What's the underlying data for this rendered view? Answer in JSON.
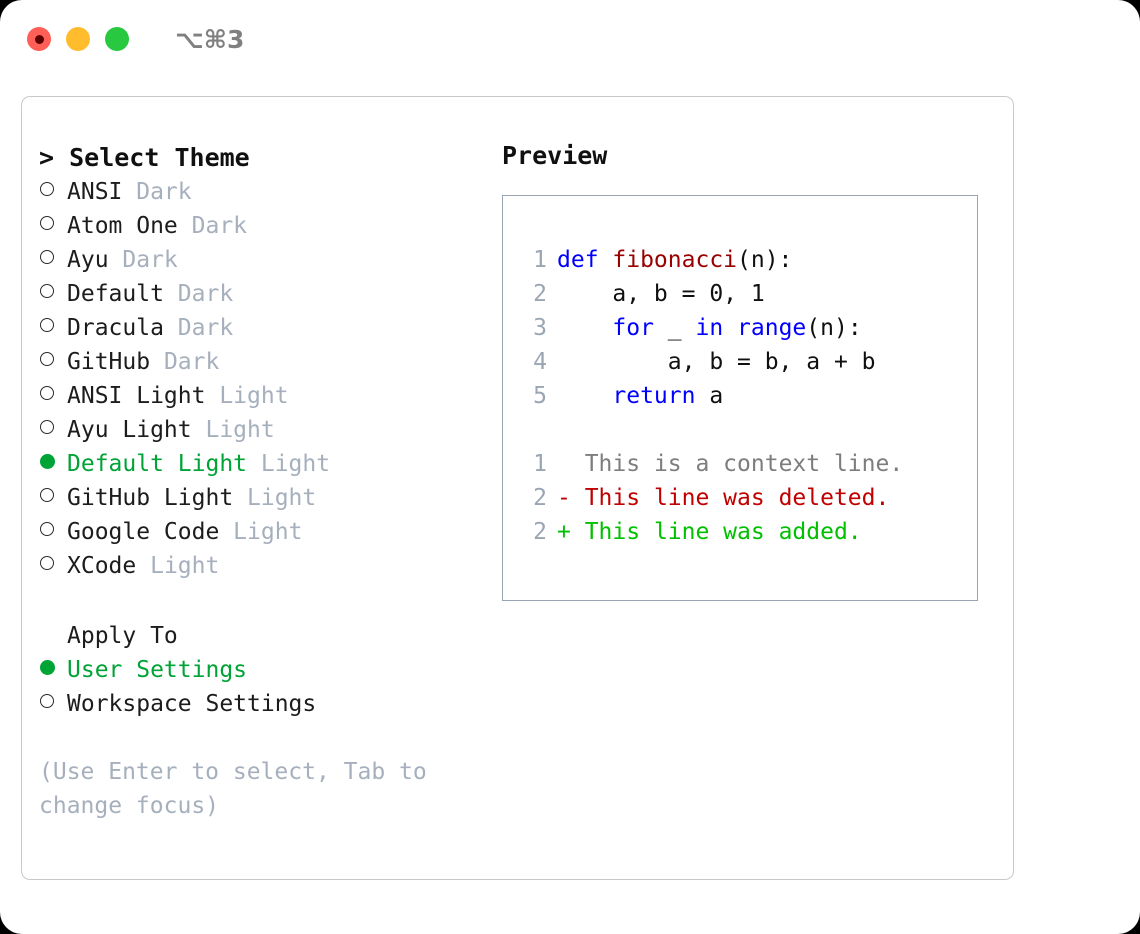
{
  "window": {
    "title": "⌥⌘3",
    "traffic_lights": [
      {
        "name": "close-button",
        "color": "#ff5f57"
      },
      {
        "name": "minimize-button",
        "color": "#ffbd2e"
      },
      {
        "name": "maximize-button",
        "color": "#28c840"
      }
    ]
  },
  "theme_picker": {
    "heading": "> Select Theme",
    "items": [
      {
        "name": "ANSI",
        "category": "Dark",
        "selected": false
      },
      {
        "name": "Atom One",
        "category": "Dark",
        "selected": false
      },
      {
        "name": "Ayu",
        "category": "Dark",
        "selected": false
      },
      {
        "name": "Default",
        "category": "Dark",
        "selected": false
      },
      {
        "name": "Dracula",
        "category": "Dark",
        "selected": false
      },
      {
        "name": "GitHub",
        "category": "Dark",
        "selected": false
      },
      {
        "name": "ANSI Light",
        "category": "Light",
        "selected": false
      },
      {
        "name": "Ayu Light",
        "category": "Light",
        "selected": false
      },
      {
        "name": "Default Light",
        "category": "Light",
        "selected": true
      },
      {
        "name": "GitHub Light",
        "category": "Light",
        "selected": false
      },
      {
        "name": "Google Code",
        "category": "Light",
        "selected": false
      },
      {
        "name": "XCode",
        "category": "Light",
        "selected": false
      }
    ]
  },
  "apply_to": {
    "heading": "Apply To",
    "options": [
      {
        "label": "User Settings",
        "selected": true
      },
      {
        "label": "Workspace Settings",
        "selected": false
      }
    ]
  },
  "hint": "(Use Enter to select, Tab to change focus)",
  "preview": {
    "title": "Preview",
    "code_lines": [
      {
        "num": "1",
        "tokens": [
          {
            "t": "def ",
            "c": "kw"
          },
          {
            "t": "fibonacci",
            "c": "fn"
          },
          {
            "t": "(n):",
            "c": "txt"
          }
        ]
      },
      {
        "num": "2",
        "tokens": [
          {
            "t": "    a, b = 0, 1",
            "c": "txt"
          }
        ]
      },
      {
        "num": "3",
        "tokens": [
          {
            "t": "    ",
            "c": "txt"
          },
          {
            "t": "for",
            "c": "kw"
          },
          {
            "t": " _ ",
            "c": "txt"
          },
          {
            "t": "in",
            "c": "kw"
          },
          {
            "t": " ",
            "c": "txt"
          },
          {
            "t": "range",
            "c": "kw"
          },
          {
            "t": "(n):",
            "c": "txt"
          }
        ]
      },
      {
        "num": "4",
        "tokens": [
          {
            "t": "        a, b = b, a + b",
            "c": "txt"
          }
        ]
      },
      {
        "num": "5",
        "tokens": [
          {
            "t": "    ",
            "c": "txt"
          },
          {
            "t": "return",
            "c": "kw"
          },
          {
            "t": " a",
            "c": "txt"
          }
        ]
      }
    ],
    "diff_lines": [
      {
        "num": "1",
        "marker": "  ",
        "text": "This is a context line.",
        "kind": "ctx"
      },
      {
        "num": "2",
        "marker": "- ",
        "text": "This line was deleted.",
        "kind": "del"
      },
      {
        "num": "2",
        "marker": "+ ",
        "text": "This line was added.",
        "kind": "add"
      }
    ]
  },
  "colors": {
    "selected_green": "#00a336",
    "muted_gray": "#a6b0bd",
    "keyword_blue": "#0000ff",
    "function_red": "#990000",
    "diff_delete": "#c00000",
    "diff_add": "#00c000",
    "panel_border": "#c9c9c9",
    "preview_border": "#97a3b2"
  }
}
